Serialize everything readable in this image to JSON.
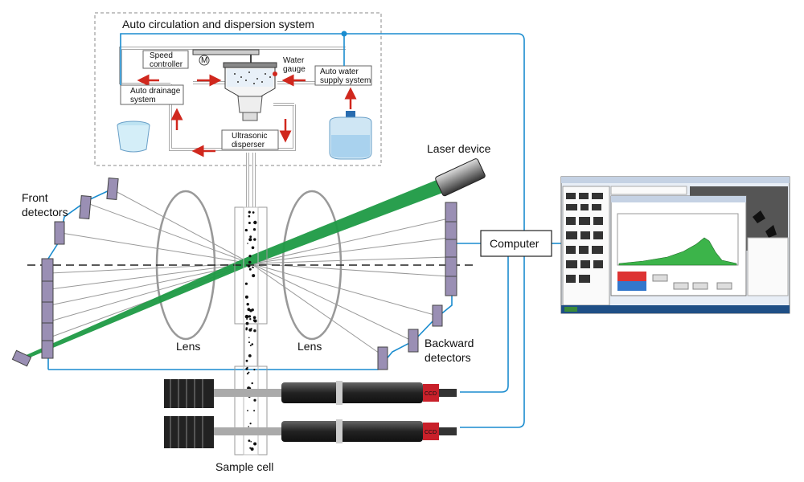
{
  "system": {
    "title": "Auto circulation and dispersion system",
    "speed_controller": [
      "Speed",
      "controller"
    ],
    "motor": "M",
    "water_gauge": [
      "Water",
      "gauge"
    ],
    "auto_water_supply": [
      "Auto water",
      "supply system"
    ],
    "auto_drainage": [
      "Auto drainage",
      "system"
    ],
    "ultrasonic": [
      "Ultrasonic",
      "disperser"
    ]
  },
  "optics": {
    "laser": "Laser device",
    "front_detectors": [
      "Front",
      "detectors"
    ],
    "backward_detectors": [
      "Backward",
      "detectors"
    ],
    "lens_left": "Lens",
    "lens_right": "Lens",
    "sample_cell": "Sample cell",
    "computer": "Computer",
    "ccd_top": "CCD",
    "ccd_bottom": "CCD"
  },
  "colors": {
    "wire": "#1a8ccf",
    "laser_beam": "#1e9a45",
    "detector": "#9a8fb4",
    "arrow": "#d0271d",
    "ccd": "#c8202a"
  }
}
